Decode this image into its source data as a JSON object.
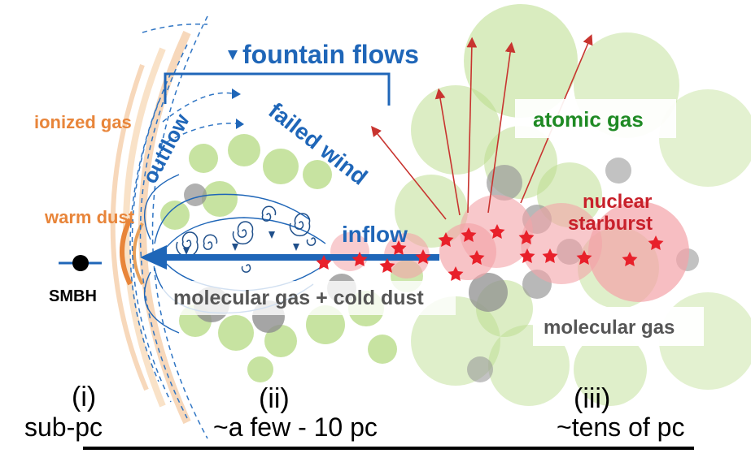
{
  "labels": {
    "fountain_flows": "fountain flows",
    "ionized_gas": "ionized gas",
    "outflow": "outflow",
    "failed_wind": "failed wind",
    "atomic_gas": "atomic gas",
    "warm_dust": "warm dust",
    "inflow": "inflow",
    "nuclear": "nuclear",
    "starburst": "starburst",
    "smbh": "SMBH",
    "molecular_cold": "molecular gas + cold dust",
    "molecular_gas": "molecular gas"
  },
  "scale": {
    "region_i": "(i)",
    "region_ii": "(ii)",
    "region_iii": "(iii)",
    "sub_pc": "sub-pc",
    "few_pc": "~a few - 10 pc",
    "tens_pc": "~tens of pc"
  },
  "colors": {
    "blue": "#1f66b8",
    "orange": "#e8853a",
    "green_text": "#1f8a24",
    "red_text": "#c8202a",
    "gray_text": "#555555",
    "green_blob": "#b9dc8a",
    "gray_blob": "#9a9a9a",
    "pink_blob": "#f3a3a8",
    "star": "#e8202a",
    "arrow_red": "#c8342f"
  },
  "icons": [
    "star-icon",
    "spiral-icon",
    "arrow-icon",
    "smbh-dot-icon"
  ]
}
